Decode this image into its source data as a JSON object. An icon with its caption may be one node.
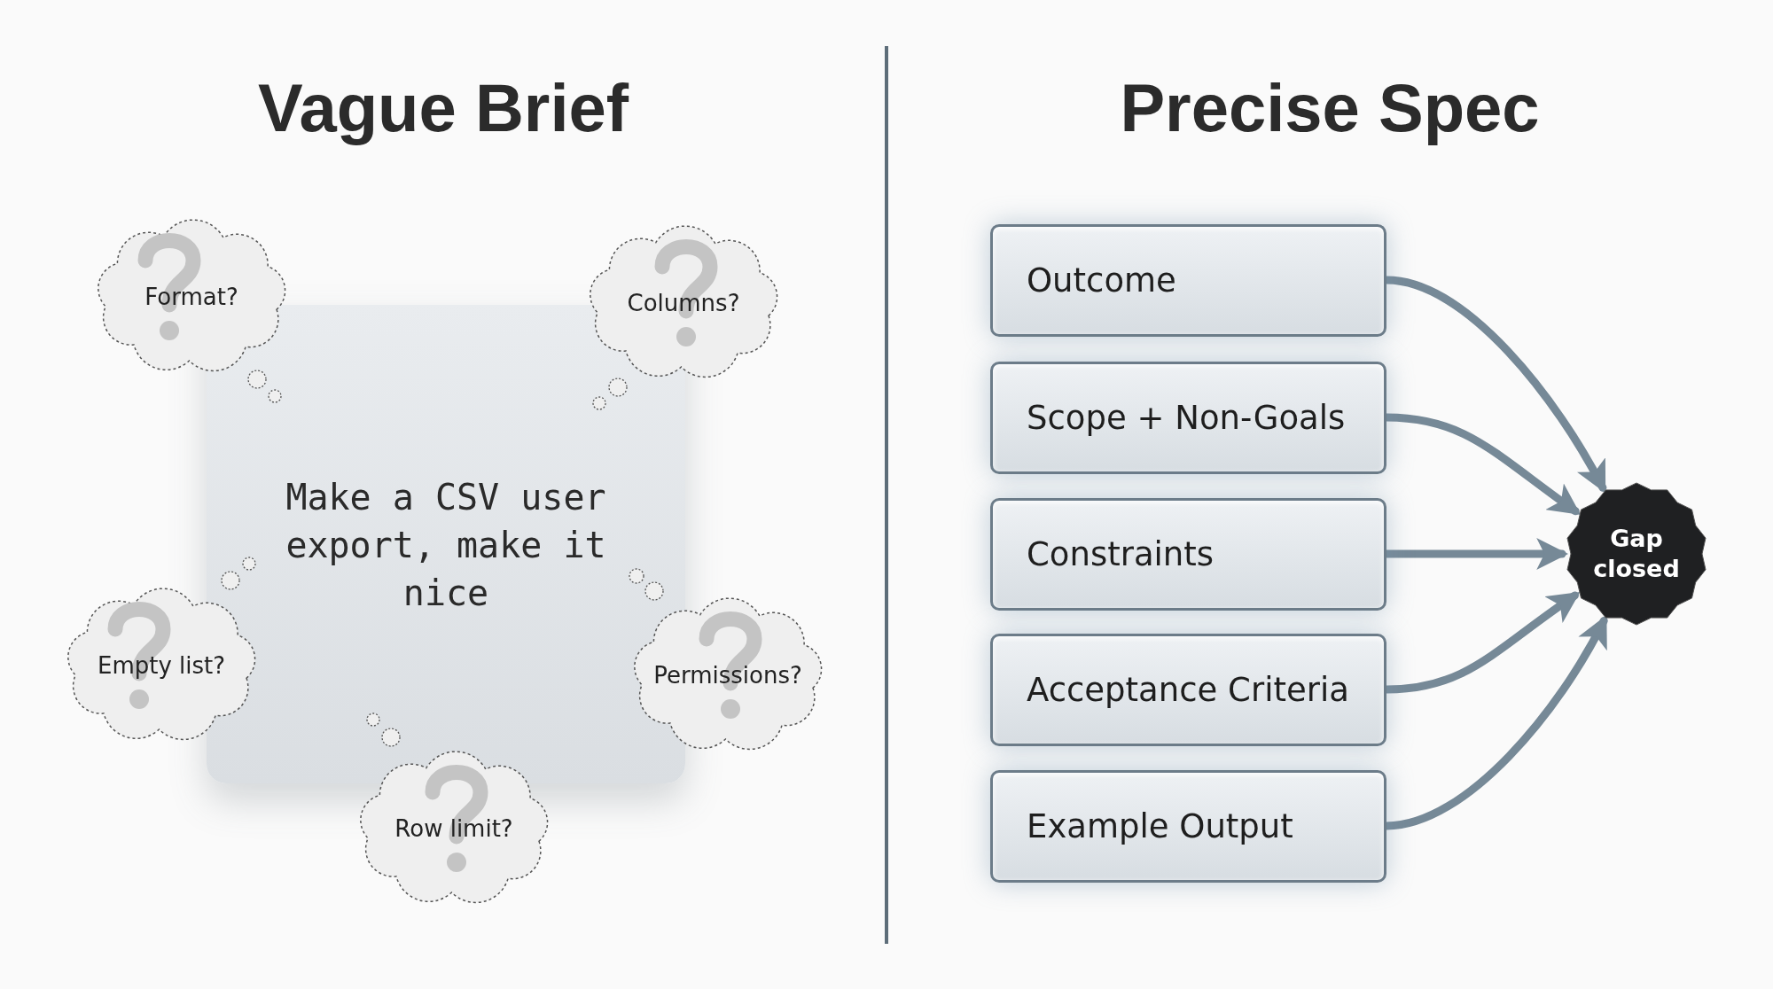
{
  "diagram": {
    "nodes": [
      {
        "text": [
          "Format?"
        ]
      },
      {
        "text": [
          "Columns?"
        ]
      },
      {
        "text": [
          "Make a CSV user export, make it nice"
        ]
      },
      {
        "text": [
          "Empty list?"
        ]
      },
      {
        "text": [
          "Permissions?"
        ]
      },
      {
        "text": [
          "Row limit?"
        ]
      },
      {
        "text": [
          "Outcome"
        ]
      },
      {
        "text": [
          "Scope + Non-Goals"
        ]
      },
      {
        "text": [
          "Constraints"
        ]
      },
      {
        "text": [
          "Acceptance Criteria"
        ]
      },
      {
        "text": [
          "Example Output"
        ]
      },
      {
        "text": [
          "Gap closed"
        ]
      }
    ],
    "edges": [
      {
        "from": 6,
        "to": 11,
        "arrow": "to"
      },
      {
        "from": 7,
        "to": 11,
        "arrow": "to"
      },
      {
        "from": 8,
        "to": 11,
        "arrow": "to"
      },
      {
        "from": 9,
        "to": 11,
        "arrow": "to"
      },
      {
        "from": 10,
        "to": 11,
        "arrow": "to"
      }
    ],
    "labels": [
      "Vague Brief",
      "Precise Spec"
    ]
  }
}
